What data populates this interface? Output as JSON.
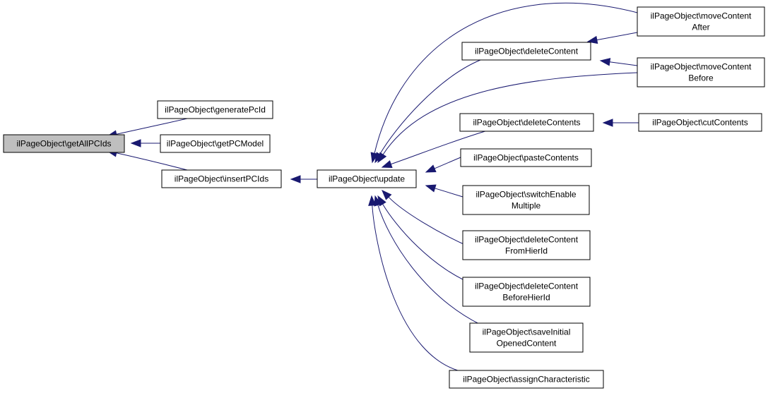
{
  "diagram": {
    "root": "getAllPCIds",
    "nodes": [
      {
        "id": "getAllPCIds",
        "lines": [
          "ilPageObject\\getAllPCIds"
        ],
        "highlight": true
      },
      {
        "id": "generatePcId",
        "lines": [
          "ilPageObject\\generatePcId"
        ]
      },
      {
        "id": "getPCModel",
        "lines": [
          "ilPageObject\\getPCModel"
        ]
      },
      {
        "id": "insertPCIds",
        "lines": [
          "ilPageObject\\insertPCIds"
        ]
      },
      {
        "id": "update",
        "lines": [
          "ilPageObject\\update"
        ]
      },
      {
        "id": "deleteContent",
        "lines": [
          "ilPageObject\\deleteContent"
        ]
      },
      {
        "id": "moveContentAfter",
        "lines": [
          "ilPageObject\\moveContent",
          "After"
        ]
      },
      {
        "id": "moveContentBefore",
        "lines": [
          "ilPageObject\\moveContent",
          "Before"
        ]
      },
      {
        "id": "deleteContents",
        "lines": [
          "ilPageObject\\deleteContents"
        ]
      },
      {
        "id": "cutContents",
        "lines": [
          "ilPageObject\\cutContents"
        ]
      },
      {
        "id": "pasteContents",
        "lines": [
          "ilPageObject\\pasteContents"
        ]
      },
      {
        "id": "switchEnableMultiple",
        "lines": [
          "ilPageObject\\switchEnable",
          "Multiple"
        ]
      },
      {
        "id": "deleteContentFromHierId",
        "lines": [
          "ilPageObject\\deleteContent",
          "FromHierId"
        ]
      },
      {
        "id": "deleteContentBeforeHierId",
        "lines": [
          "ilPageObject\\deleteContent",
          "BeforeHierId"
        ]
      },
      {
        "id": "saveInitialOpenedContent",
        "lines": [
          "ilPageObject\\saveInitial",
          "OpenedContent"
        ]
      },
      {
        "id": "assignCharacteristic",
        "lines": [
          "ilPageObject\\assignCharacteristic"
        ]
      }
    ],
    "edges": [
      {
        "from": "generatePcId",
        "to": "getAllPCIds"
      },
      {
        "from": "getPCModel",
        "to": "getAllPCIds"
      },
      {
        "from": "insertPCIds",
        "to": "getAllPCIds"
      },
      {
        "from": "update",
        "to": "insertPCIds"
      },
      {
        "from": "deleteContent",
        "to": "update"
      },
      {
        "from": "moveContentAfter",
        "to": "update"
      },
      {
        "from": "moveContentBefore",
        "to": "update"
      },
      {
        "from": "deleteContents",
        "to": "update"
      },
      {
        "from": "pasteContents",
        "to": "update"
      },
      {
        "from": "switchEnableMultiple",
        "to": "update"
      },
      {
        "from": "deleteContentFromHierId",
        "to": "update"
      },
      {
        "from": "deleteContentBeforeHierId",
        "to": "update"
      },
      {
        "from": "saveInitialOpenedContent",
        "to": "update"
      },
      {
        "from": "assignCharacteristic",
        "to": "update"
      },
      {
        "from": "moveContentAfter",
        "to": "deleteContent"
      },
      {
        "from": "moveContentBefore",
        "to": "deleteContent"
      },
      {
        "from": "cutContents",
        "to": "deleteContents"
      }
    ],
    "colors": {
      "edge": "#191970",
      "root_fill": "#bfbfbf",
      "node_fill": "#ffffff",
      "node_stroke": "#000000"
    }
  }
}
